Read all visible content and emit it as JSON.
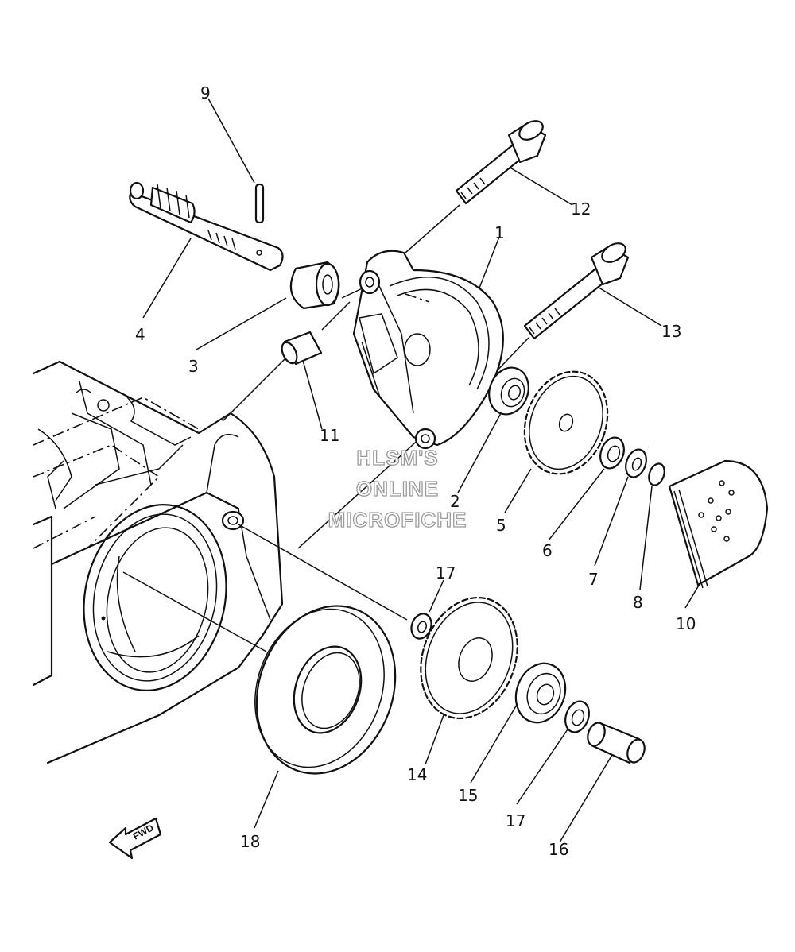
{
  "watermark": {
    "line1": "HLSM'S",
    "line2": "ONLINE",
    "line3": "MICROFICHE"
  },
  "direction_arrow": {
    "label": "FWD",
    "icon": "fwd-arrow-icon"
  },
  "callouts": {
    "n1": "1",
    "n2": "2",
    "n3": "3",
    "n4": "4",
    "n5": "5",
    "n6": "6",
    "n7": "7",
    "n8": "8",
    "n9": "9",
    "n10": "10",
    "n11": "11",
    "n12": "12",
    "n13": "13",
    "n14": "14",
    "n15": "15",
    "n16": "16",
    "n17a": "17",
    "n17b": "17",
    "n18": "18"
  }
}
